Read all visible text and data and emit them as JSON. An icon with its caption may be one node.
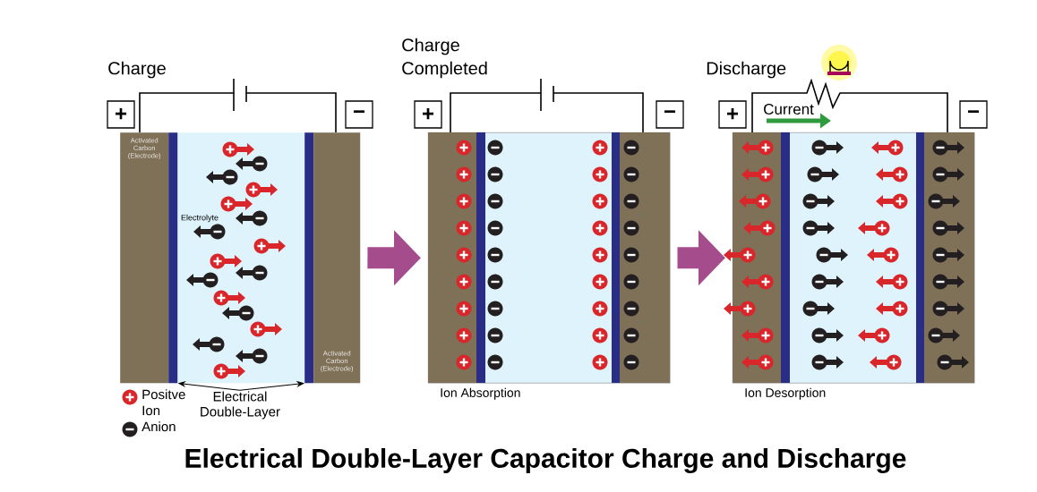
{
  "diagram": {
    "title": "Electrical Double-Layer Capacitor Charge and Discharge",
    "nodes": [
      {
        "text": [
          "Electrolyte"
        ]
      },
      {
        "text": [
          "Activated Carbon (Electrode)"
        ],
        "in": 0
      },
      {
        "text": [],
        "shape": "bar",
        "in": 0
      },
      {
        "text": [],
        "shape": "bar",
        "in": 0
      },
      {
        "text": [
          "Activated Carbon (Electrode)"
        ],
        "in": 0
      },
      {
        "text": [
          "Electrical Double-Layer"
        ]
      },
      {
        "text": [],
        "shape": "box",
        "beside": [
          "Ion Absorption"
        ]
      },
      {
        "text": [],
        "shape": "box",
        "beside": [
          "Ion Desorption"
        ]
      },
      {
        "text": [
          "+"
        ]
      },
      {
        "text": [
          "−"
        ]
      },
      {
        "text": [
          "+"
        ]
      },
      {
        "text": [
          "−"
        ]
      },
      {
        "text": [
          "+"
        ]
      },
      {
        "text": [
          "−"
        ]
      }
    ],
    "edges": [
      {
        "from": 5,
        "to": 2,
        "arrow": "to"
      },
      {
        "from": 5,
        "to": 3,
        "arrow": "to"
      },
      {
        "from": 0,
        "to": 6,
        "arrow": "to",
        "style": "thick",
        "color": "#a54c8c"
      },
      {
        "from": 6,
        "to": 7,
        "arrow": "to",
        "style": "thick",
        "color": "#a54c8c"
      }
    ],
    "labels": [
      "Charge",
      "Charge Completed",
      "Discharge",
      "Current"
    ],
    "legend": [
      {
        "text": "Positve Ion"
      },
      {
        "text": "Anion"
      }
    ]
  }
}
